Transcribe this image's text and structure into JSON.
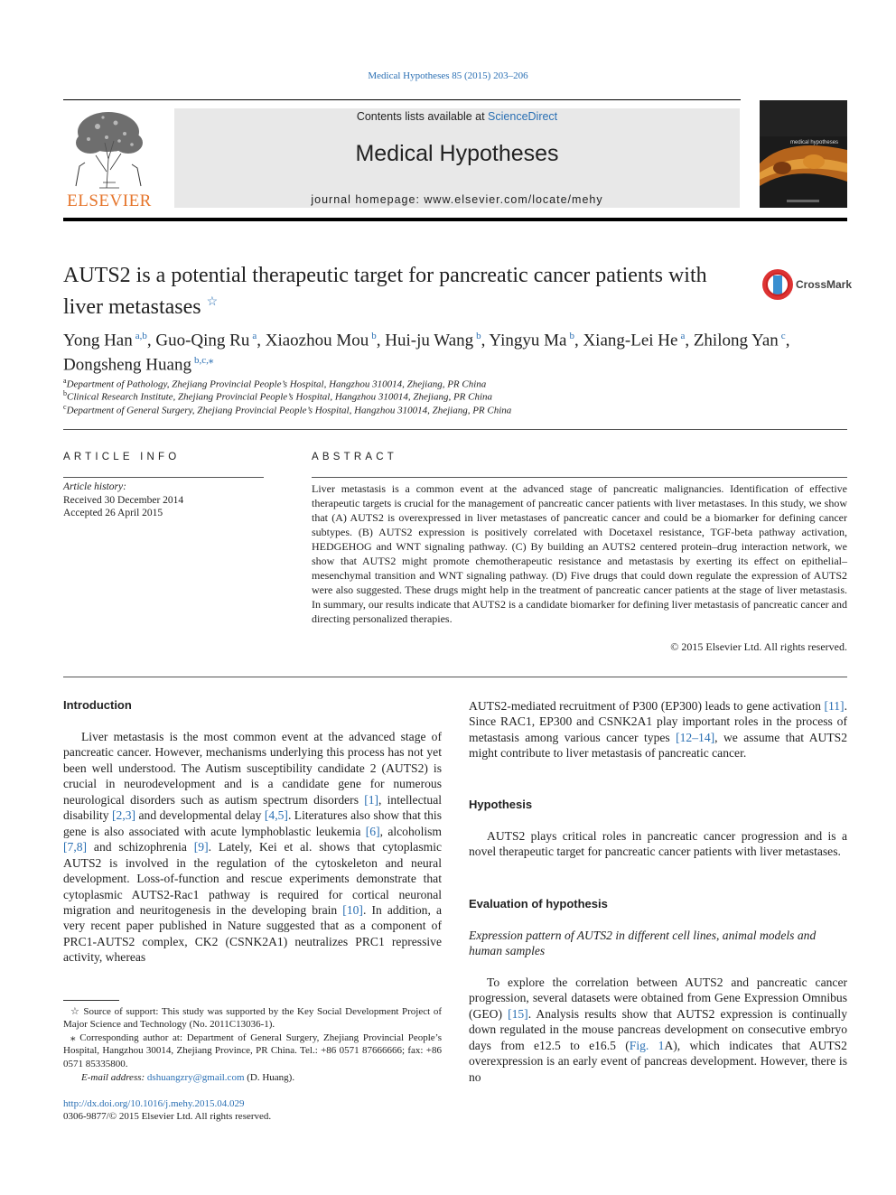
{
  "citation": "Medical Hypotheses 85 (2015) 203–206",
  "header": {
    "contents_prefix": "Contents lists available at ",
    "contents_link": "ScienceDirect",
    "journal_name": "Medical Hypotheses",
    "homepage": "journal homepage: www.elsevier.com/locate/mehy",
    "publisher_logo_text": "ELSEVIER",
    "crossmark_label": "CrossMark",
    "cover_title": "medical hypotheses"
  },
  "article": {
    "title": "AUTS2 is a potential therapeutic target for pancreatic cancer patients with liver metastases",
    "title_mark": "☆",
    "authors": [
      {
        "name": "Yong Han",
        "aff": "a,b",
        "sep": ", "
      },
      {
        "name": "Guo-Qing Ru",
        "aff": "a",
        "sep": ", "
      },
      {
        "name": "Xiaozhou Mou",
        "aff": "b",
        "sep": ", "
      },
      {
        "name": "Hui-ju Wang",
        "aff": "b",
        "sep": ", "
      },
      {
        "name": "Yingyu Ma",
        "aff": "b",
        "sep": ", "
      },
      {
        "name": "Xiang-Lei He",
        "aff": "a",
        "sep": ", "
      },
      {
        "name": "Zhilong Yan",
        "aff": "c",
        "sep": ", "
      },
      {
        "name": "Dongsheng Huang",
        "aff": "b,c,⁎",
        "sep": ""
      }
    ],
    "affiliations": [
      {
        "key": "a",
        "text": "Department of Pathology, Zhejiang Provincial People’s Hospital, Hangzhou 310014, Zhejiang, PR China"
      },
      {
        "key": "b",
        "text": "Clinical Research Institute, Zhejiang Provincial People’s Hospital, Hangzhou 310014, Zhejiang, PR China"
      },
      {
        "key": "c",
        "text": "Department of General Surgery, Zhejiang Provincial People’s Hospital, Hangzhou 310014, Zhejiang, PR China"
      }
    ]
  },
  "article_info": {
    "heading": "ARTICLE INFO",
    "history_label": "Article history:",
    "received": "Received 30 December 2014",
    "accepted": "Accepted 26 April 2015"
  },
  "abstract": {
    "heading": "ABSTRACT",
    "text": "Liver metastasis is a common event at the advanced stage of pancreatic malignancies. Identification of effective therapeutic targets is crucial for the management of pancreatic cancer patients with liver metastases. In this study, we show that (A) AUTS2 is overexpressed in liver metastases of pancreatic cancer and could be a biomarker for defining cancer subtypes. (B) AUTS2 expression is positively correlated with Docetaxel resistance, TGF-beta pathway activation, HEDGEHOG and WNT signaling pathway. (C) By building an AUTS2 centered protein–drug interaction network, we show that AUTS2 might promote chemotherapeutic resistance and metastasis by exerting its effect on epithelial–mesenchymal transition and WNT signaling pathway. (D) Five drugs that could down regulate the expression of AUTS2 were also suggested. These drugs might help in the treatment of pancreatic cancer patients at the stage of liver metastasis. In summary, our results indicate that AUTS2 is a candidate biomarker for defining liver metastasis of pancreatic cancer and directing personalized therapies.",
    "copyright": "© 2015 Elsevier Ltd. All rights reserved."
  },
  "body": {
    "intro_heading": "Introduction",
    "intro_p1": "Liver metastasis is the most common event at the advanced stage of pancreatic cancer. However, mechanisms underlying this process has not yet been well understood. The Autism susceptibility candidate 2 (AUTS2) is crucial in neurodevelopment and is a candidate gene for numerous neurological disorders such as autism spectrum disorders ",
    "ref_1": "[1]",
    "intro_p2": ", intellectual disability ",
    "ref_23": "[2,3]",
    "intro_p3": " and developmental delay ",
    "ref_45": "[4,5]",
    "intro_p4": ". Literatures also show that this gene is also associated with acute lymphoblastic leukemia ",
    "ref_6": "[6]",
    "intro_p5": ", alcoholism ",
    "ref_78": "[7,8]",
    "intro_p6": " and schizophrenia ",
    "ref_9": "[9]",
    "intro_p7": ". Lately, Kei et al. shows that cytoplasmic AUTS2 is involved in the regulation of the cytoskeleton and neural development. Loss-of-function and rescue experiments demonstrate that cytoplasmic AUTS2-Rac1 pathway is required for cortical neuronal migration and neuritogenesis in the developing brain ",
    "ref_10": "[10]",
    "intro_p8": ". In addition, a very recent paper published in Nature suggested that as a component of PRC1-AUTS2 complex, CK2 (CSNK2A1) neutralizes PRC1 repressive activity, whereas",
    "col2_p1": "AUTS2-mediated recruitment of P300 (EP300) leads to gene activation ",
    "ref_11": "[11]",
    "col2_p2": ". Since RAC1, EP300 and CSNK2A1 play important roles in the process of metastasis among various cancer types ",
    "ref_1214": "[12–14]",
    "col2_p3": ", we assume that AUTS2 might contribute to liver metastasis of pancreatic cancer.",
    "hypothesis_heading": "Hypothesis",
    "hypothesis_text": "AUTS2 plays critical roles in pancreatic cancer progression and is a novel therapeutic target for pancreatic cancer patients with liver metastases.",
    "evaluation_heading": "Evaluation of hypothesis",
    "expression_subheading": "Expression pattern of AUTS2 in different cell lines, animal models and human samples",
    "expr_p1": "To explore the correlation between AUTS2 and pancreatic cancer progression, several datasets were obtained from Gene Expression Omnibus (GEO) ",
    "ref_15": "[15]",
    "expr_p2": ". Analysis results show that AUTS2 expression is continually down regulated in the mouse pancreas development on consecutive embryo days from e12.5 to e16.5 (",
    "fig_ref": "Fig. 1",
    "expr_p3": "A), which indicates that AUTS2 overexpression is an early event of pancreas development. However, there is no"
  },
  "footnotes": {
    "support_mark": "☆",
    "support_text": " Source of support: This study was supported by the Key Social Development Project of Major Science and Technology (No. 2011C13036-1).",
    "corresp_mark": "⁎",
    "corresp_text": " Corresponding author at: Department of General Surgery, Zhejiang Provincial People’s Hospital, Hangzhou 30014, Zhejiang Province, PR China. Tel.: +86 0571 87666666; fax: +86 0571 85335800.",
    "email_label": "E-mail address:",
    "email": "dshuangzry@gmail.com",
    "email_suffix": " (D. Huang).",
    "doi": "http://dx.doi.org/10.1016/j.mehy.2015.04.029",
    "issn": "0306-9877/© 2015 Elsevier Ltd. All rights reserved."
  },
  "colors": {
    "link": "#2a6fb3",
    "elsevier_orange": "#e5742a",
    "header_box": "#e8e8e8"
  }
}
